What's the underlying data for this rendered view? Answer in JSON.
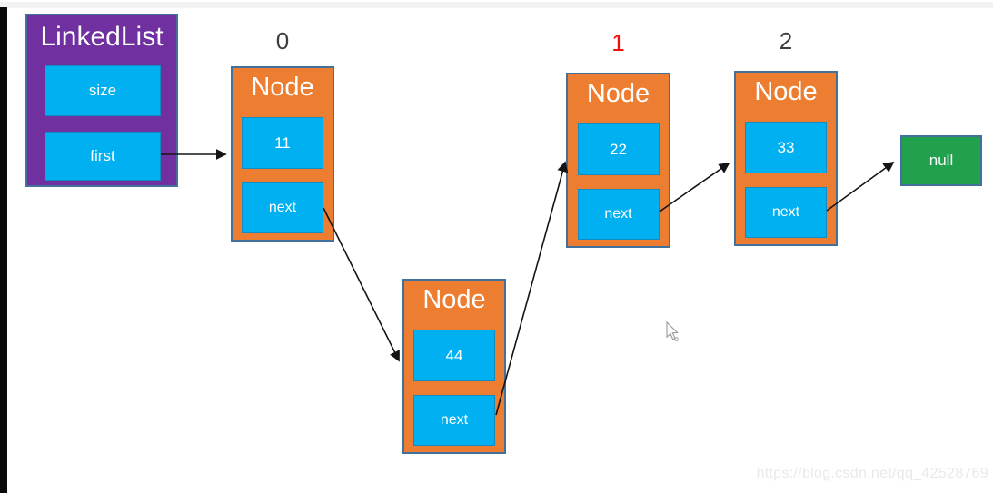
{
  "colors": {
    "purple": "#7030A0",
    "cyan": "#00B0F0",
    "orange": "#ED7D31",
    "green": "#21A04D",
    "border": "#41719C",
    "index_gray": "#3D3D3D",
    "index_red": "#F20D0D",
    "arrow": "#141414",
    "watermark": "#E9E9E9"
  },
  "linkedlist": {
    "title": "LinkedList",
    "size_label": "size",
    "first_label": "first"
  },
  "nodes": [
    {
      "index": "0",
      "title": "Node",
      "value": "11",
      "next_label": "next"
    },
    {
      "index": "",
      "title": "Node",
      "value": "44",
      "next_label": "next"
    },
    {
      "index": "1",
      "title": "Node",
      "value": "22",
      "next_label": "next"
    },
    {
      "index": "2",
      "title": "Node",
      "value": "33",
      "next_label": "next"
    }
  ],
  "null_box": {
    "label": "null"
  },
  "page": {
    "watermark": "https://blog.csdn.net/qq_42528769"
  }
}
